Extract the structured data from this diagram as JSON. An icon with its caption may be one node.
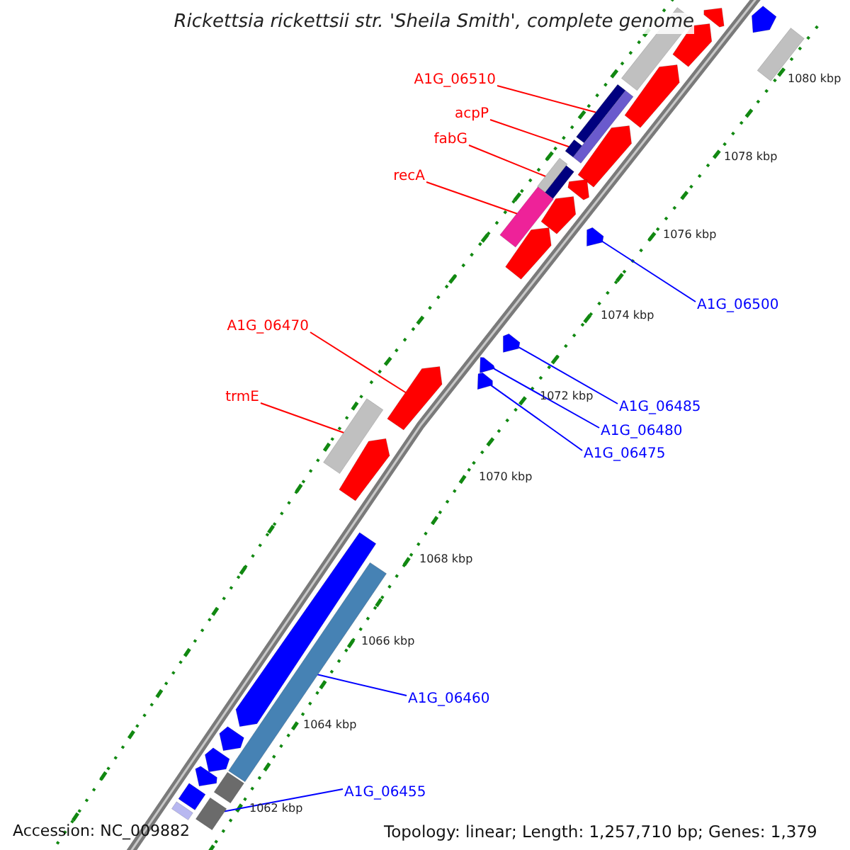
{
  "diagram": {
    "title": "Rickettsia rickettsii str. 'Sheila Smith', complete genome",
    "nodes": [
      {
        "text": [
          "A1G_06510"
        ]
      },
      {
        "text": [
          "acpP"
        ]
      },
      {
        "text": [
          "fabG"
        ]
      },
      {
        "text": [
          "recA"
        ]
      },
      {
        "text": [
          "A1G_06500"
        ]
      },
      {
        "text": [
          "A1G_06470"
        ]
      },
      {
        "text": [
          "trmE"
        ]
      },
      {
        "text": [
          "A1G_06485"
        ]
      },
      {
        "text": [
          "A1G_06480"
        ]
      },
      {
        "text": [
          "A1G_06475"
        ]
      },
      {
        "text": [
          "A1G_06460"
        ]
      },
      {
        "text": [
          "A1G_06455"
        ]
      },
      {
        "text": [],
        "shape": "arrow"
      },
      {
        "text": [],
        "shape": "bar"
      },
      {
        "text": [],
        "shape": "arrow"
      },
      {
        "text": [],
        "shape": "arrow"
      },
      {
        "text": [],
        "shape": "bar"
      },
      {
        "text": [],
        "shape": "arrow"
      },
      {
        "text": [],
        "shape": "bar"
      },
      {
        "text": [],
        "shape": "bar"
      },
      {
        "text": [],
        "shape": "arrow"
      },
      {
        "text": [],
        "shape": "bar"
      },
      {
        "text": [],
        "shape": "arrow"
      },
      {
        "text": [],
        "shape": "bar"
      },
      {
        "text": [],
        "shape": "bar"
      },
      {
        "text": [],
        "shape": "arrow"
      },
      {
        "text": [],
        "shape": "arrow"
      },
      {
        "text": [],
        "shape": "bar"
      },
      {
        "text": [],
        "shape": "arrow"
      },
      {
        "text": [],
        "shape": "arrow"
      },
      {
        "text": [],
        "shape": "arrow"
      },
      {
        "text": [],
        "shape": "arrow"
      },
      {
        "text": [],
        "shape": "arrow"
      },
      {
        "text": [],
        "shape": "bar"
      },
      {
        "text": [],
        "shape": "arrow"
      },
      {
        "text": [],
        "shape": "arrow"
      },
      {
        "text": [],
        "shape": "bar"
      },
      {
        "text": [],
        "shape": "arrow"
      },
      {
        "text": [],
        "shape": "arrow"
      },
      {
        "text": [],
        "shape": "bar"
      },
      {
        "text": [],
        "shape": "arrow"
      },
      {
        "text": [],
        "shape": "bar"
      },
      {
        "text": [],
        "shape": "bar"
      },
      {
        "text": [],
        "shape": "bar"
      }
    ],
    "edges": [
      {
        "from": 0,
        "to": 18,
        "arrow": "none",
        "color": "#ff0000"
      },
      {
        "from": 1,
        "to": 21,
        "arrow": "none",
        "color": "#ff0000"
      },
      {
        "from": 2,
        "to": 24,
        "arrow": "none",
        "color": "#ff0000"
      },
      {
        "from": 3,
        "to": 27,
        "arrow": "none",
        "color": "#ff0000"
      },
      {
        "from": 4,
        "to": 26,
        "arrow": "none",
        "color": "#0000ff"
      },
      {
        "from": 5,
        "to": 32,
        "arrow": "none",
        "color": "#ff0000"
      },
      {
        "from": 6,
        "to": 33,
        "arrow": "none",
        "color": "#ff0000"
      },
      {
        "from": 7,
        "to": 29,
        "arrow": "none",
        "color": "#0000ff"
      },
      {
        "from": 8,
        "to": 30,
        "arrow": "none",
        "color": "#0000ff"
      },
      {
        "from": 9,
        "to": 31,
        "arrow": "none",
        "color": "#0000ff"
      },
      {
        "from": 10,
        "to": 36,
        "arrow": "none",
        "color": "#0000ff"
      },
      {
        "from": 11,
        "to": 41,
        "arrow": "none",
        "color": "#0000ff"
      }
    ],
    "labels": [
      "1080 kbp",
      "1078 kbp",
      "1076 kbp",
      "1074 kbp",
      "1072 kbp",
      "1070 kbp",
      "1068 kbp",
      "1066 kbp",
      "1064 kbp",
      "1062 kbp",
      "Accession: NC_009882",
      "Topology: linear; Length: 1,257,710 bp; Genes: 1,379"
    ]
  }
}
